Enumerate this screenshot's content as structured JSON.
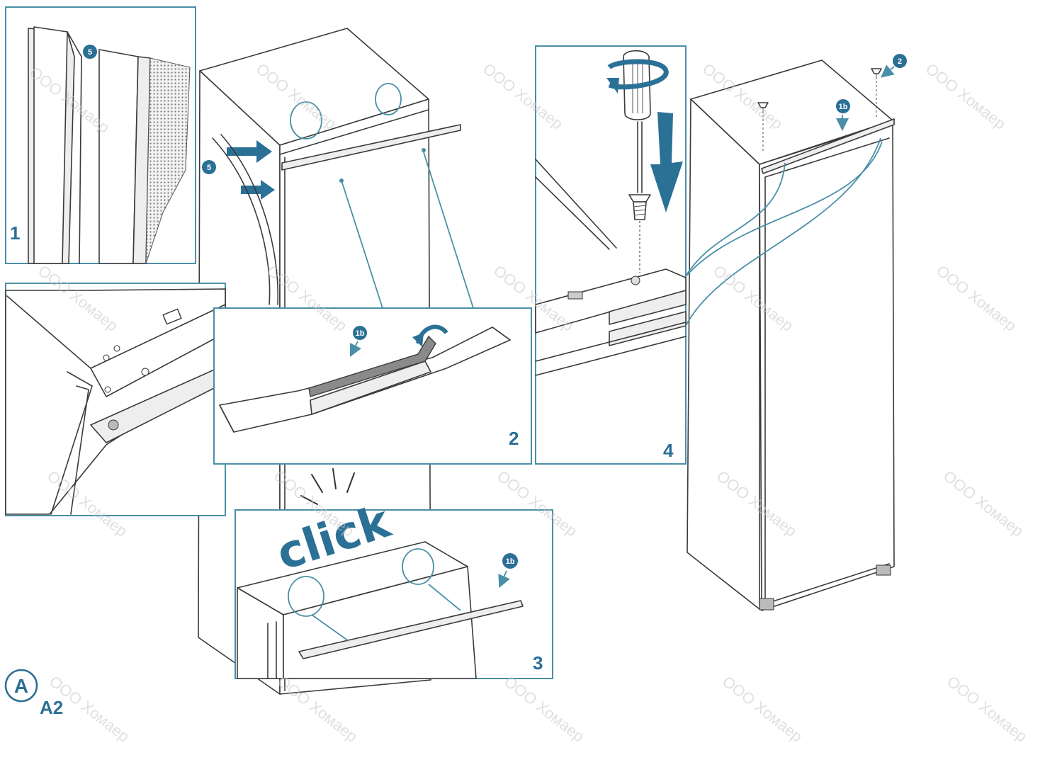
{
  "figure": {
    "letter": "A",
    "code": "A2",
    "click_text": "click"
  },
  "steps": {
    "s1": "1",
    "s2": "2",
    "s3": "3",
    "s4": "4"
  },
  "badges": {
    "seal": "5",
    "bracket": "1b",
    "screw": "2"
  },
  "watermark": "ООО Хомаер",
  "colors": {
    "accent": "#2b7196",
    "frame": "#4a8fa8",
    "line": "#3a3a3a"
  }
}
